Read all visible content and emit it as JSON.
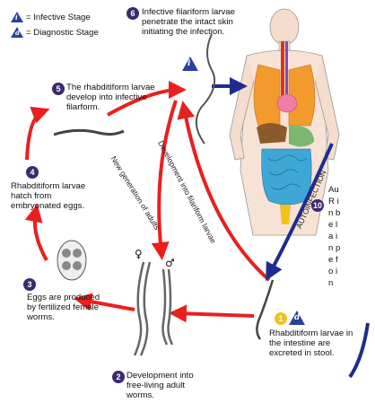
{
  "legend": {
    "infective": {
      "glyph": "i",
      "label": "= Infective Stage"
    },
    "diagnostic": {
      "glyph": "d",
      "label": "= Diagnostic Stage"
    }
  },
  "steps": [
    {
      "num": "1",
      "text": "Rhabditiform larvae in the intestine are excreted in stool."
    },
    {
      "num": "2",
      "text": "Development into free-living adult worms."
    },
    {
      "num": "3",
      "text": "Eggs are produced by fertilized female worms."
    },
    {
      "num": "4",
      "text": "Rhabditiform larvae hatch from embryonated eggs."
    },
    {
      "num": "5",
      "text": "The rhabditiform larvae develop into infective filarform."
    },
    {
      "num": "6",
      "text": "Infective filariform larvae penetrate the intact skin initiating the infection."
    },
    {
      "num": "10",
      "text": "Au R in be la in pe fo in"
    }
  ],
  "arrow_labels": {
    "new_generation": "New generation of adults",
    "development_filariform": "Development into filariform larvae",
    "autoinfection": "AUTOINFECTION"
  },
  "symbols": {
    "female": "♀",
    "male": "♂"
  },
  "colors": {
    "cycle_red": "#e8201e",
    "autoinfection_blue": "#1e2c8f",
    "badge": "#3a2a6e",
    "diagnostic_yellow": "#f2c21a"
  }
}
